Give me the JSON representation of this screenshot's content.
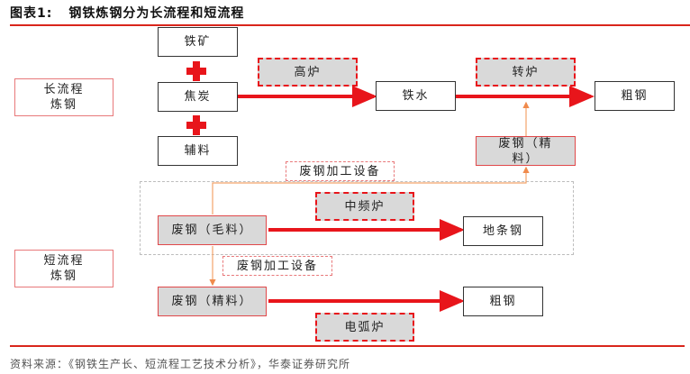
{
  "title": {
    "figure_no": "图表1:",
    "text": "钢铁炼钢分为长流程和短流程"
  },
  "long_process": {
    "label_line1": "长流程",
    "label_line2": "炼钢",
    "inputs": [
      "铁矿",
      "焦炭",
      "辅料"
    ],
    "blast_furnace": "高炉",
    "hot_metal": "铁水",
    "converter": "转炉",
    "crude_steel": "粗钢",
    "scrap_refined": "废钢（精料）"
  },
  "scrap_processing": {
    "equipment_label_top": "废钢加工设备",
    "equipment_label_bottom": "废钢加工设备"
  },
  "short_process": {
    "label_line1": "短流程",
    "label_line2": "炼钢",
    "scrap_raw": "废钢（毛料）",
    "induction_furnace": "中频炉",
    "substandard_steel": "地条钢",
    "scrap_refined": "废钢（精料）",
    "electric_arc_furnace": "电弧炉",
    "crude_steel": "粗钢"
  },
  "source": "资料来源：《钢铁生产长、短流程工艺技术分析》，华泰证券研究所",
  "colors": {
    "accent_red": "#e8151b",
    "rule_red": "#d9261c",
    "scrap_arrow": "#f4a46a",
    "box_grey": "#d9d9d9"
  }
}
